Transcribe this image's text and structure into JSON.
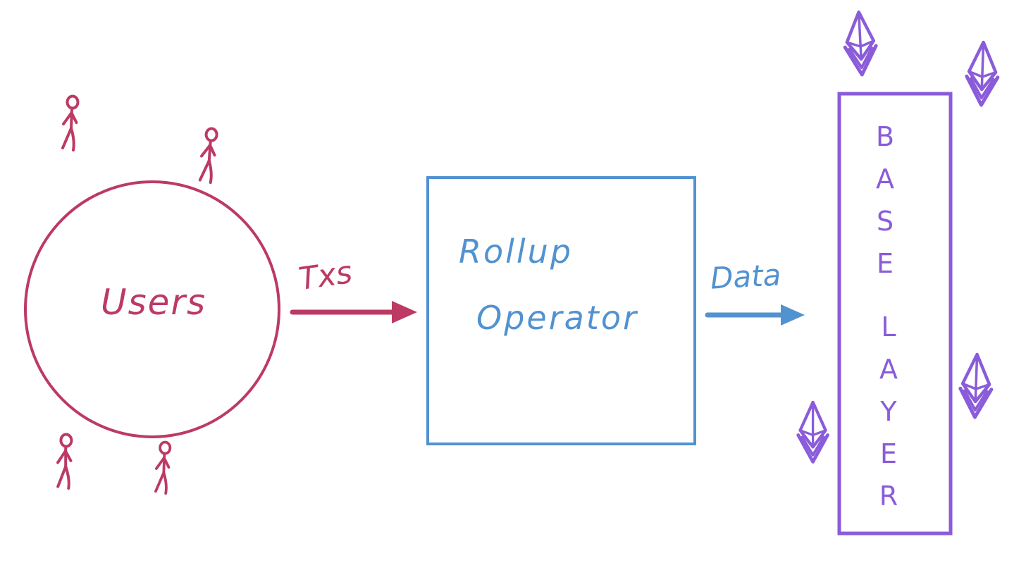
{
  "diagram": {
    "users_group": {
      "label": "Users",
      "stick_figure_count": 4
    },
    "txs_arrow": {
      "label": "Txs",
      "direction": "right"
    },
    "rollup_box": {
      "label_lines": [
        "Rollup",
        "Operator"
      ]
    },
    "data_arrow": {
      "label": "Data",
      "direction": "right"
    },
    "base_layer_box": {
      "label_lines": [
        "BASE",
        "LAYER"
      ]
    },
    "ethereum_icons": {
      "count": 4
    },
    "colors": {
      "crimson": "#bc3a63",
      "blue": "#5292d0",
      "purple": "#8a5cd9",
      "background": "#ffffff"
    }
  }
}
